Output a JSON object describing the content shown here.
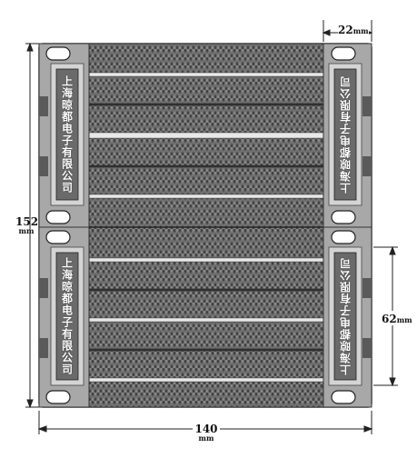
{
  "dimensions": {
    "height": {
      "value": "152",
      "unit": "mm"
    },
    "width": {
      "value": "140",
      "unit": "mm"
    },
    "module_height": {
      "value": "62",
      "unit": "mm"
    },
    "end_cap_width": {
      "value": "22",
      "unit": "mm"
    }
  },
  "brand_text": "上海晾都电子有限公司",
  "colors": {
    "frame": "#909090",
    "frame_inner": "#c8c8c8",
    "brand_panel": "#6a6a6a",
    "fin": "#5a5a5a",
    "rib": "#e6e6e6",
    "dimension_line": "#222222"
  }
}
